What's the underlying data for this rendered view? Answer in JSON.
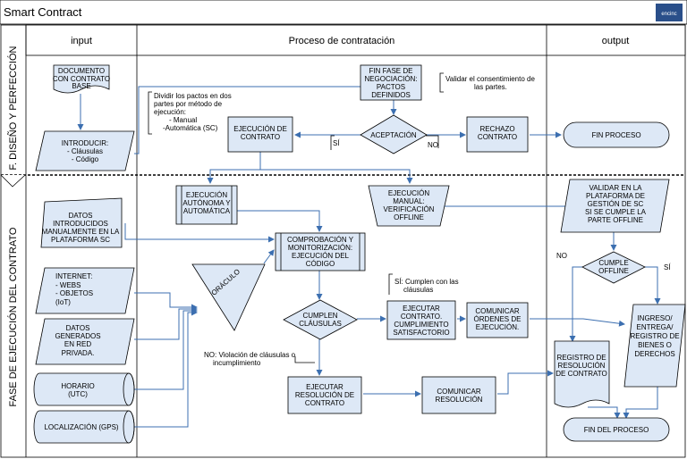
{
  "title": "Smart Contract",
  "logo": "encinc",
  "columns": {
    "input": "input",
    "process": "Proceso de contratación",
    "output": "output"
  },
  "lanes": {
    "design": "F. DISEÑO Y PERFECCIÓN",
    "execution": "FASE DE EJECUCIÓN DEL CONTRATO"
  },
  "shapes": {
    "doc_contrato": [
      "DOCUMENTO",
      "CON CONTRATO",
      "BASE"
    ],
    "introducir": [
      "INTRODUCIR:",
      "- Cláusulas",
      "- Código"
    ],
    "dividir_note": [
      "Dividir los pactos en dos",
      "partes por método de",
      "ejecución:",
      "- Manual",
      "-Automática (SC)"
    ],
    "fin_negociacion": [
      "FIN FASE DE",
      "NEGOCIACIÓN:",
      "PACTOS",
      "DEFINIDOS"
    ],
    "validar_note": [
      "Validar el consentimiento de",
      "las partes."
    ],
    "ejecucion_contrato": [
      "EJECUCIÓN DE",
      "CONTRATO"
    ],
    "aceptacion": "ACEPTACIÓN",
    "si_label": "SÍ",
    "no_label": "NO",
    "rechazo": [
      "RECHAZO",
      "CONTRATO"
    ],
    "fin_proceso": "FIN PROCESO",
    "datos_manual": [
      "DATOS",
      "INTRODUCIDOS",
      "MANUALMENTE EN LA",
      "PLATAFORMA SC"
    ],
    "ejec_auto": [
      "EJECUCIÓN",
      "AUTÓNOMA Y",
      "AUTOMÁTICA"
    ],
    "ejec_manual": [
      "EJECUCIÓN",
      "MANUAL:",
      "VERIFICACIÓN",
      "OFFLINE"
    ],
    "validar_plataforma": [
      "VALIDAR EN LA",
      "PLATAFORMA DE",
      "GESTIÓN DE SC",
      "SI SE CUMPLE LA",
      "PARTE OFFLINE"
    ],
    "comprobacion": [
      "COMPROBACIÓN Y",
      "MONITORIZACIÓN:",
      "EJECUCIÓN DEL",
      "CÓDIGO"
    ],
    "internet": [
      "INTERNET:",
      "- WEBS",
      "- OBJETOS",
      "(IoT)"
    ],
    "oraculo": "ORÁCULO",
    "si_cumplen_note": [
      "SÍ: Cumplen con las",
      "cláusulas"
    ],
    "cumplen_clausulas": [
      "CUMPLEN",
      "CLÁUSULAS"
    ],
    "ejecutar_contrato": [
      "EJECUTAR",
      "CONTRATO.",
      "CUMPLIMIENTO",
      "SATISFACTORIO"
    ],
    "comunicar_ordenes": [
      "COMUNICAR",
      "ÓRDENES DE",
      "EJECUCIÓN."
    ],
    "cumple_offline": [
      "CUMPLE",
      "OFFLINE"
    ],
    "no_small": "NO",
    "si_small": "SÍ",
    "datos_red": [
      "DATOS",
      "GENERADOS",
      "EN RED",
      "PRIVADA."
    ],
    "no_violacion": [
      "NO: Violación de cláusulas o",
      "incumplimiento"
    ],
    "ingreso": [
      "INGRESO/",
      "ENTREGA/",
      "REGISTRO DE",
      "BIENES O",
      "DERECHOS"
    ],
    "registro_resolucion": [
      "REGISTRO DE",
      "RESOLUCIÓN",
      "DE CONTRATO"
    ],
    "horario": [
      "HORARIO",
      "(UTC)"
    ],
    "ejecutar_resolucion": [
      "EJECUTAR",
      "RESOLUCIÓN DE",
      "CONTRATO"
    ],
    "comunicar_resolucion": [
      "COMUNICAR",
      "RESOLUCIÓN"
    ],
    "localizacion": "LOCALIZACIÓN (GPS)",
    "fin_del_proceso": "FIN DEL PROCESO"
  }
}
